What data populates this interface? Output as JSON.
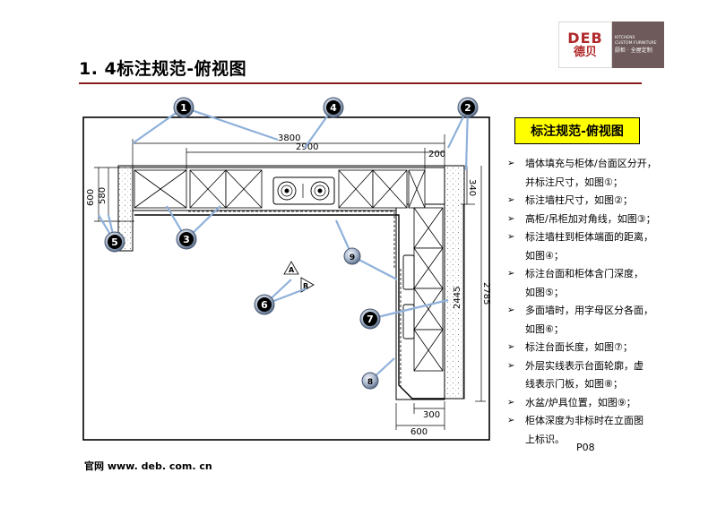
{
  "header": {
    "title": "1. 4标注规范-俯视图",
    "logo": {
      "brand": "DEB",
      "sub": "CUSTOM",
      "chinese": "德贝",
      "tag1": "KITCHENS",
      "tag2": "CUSTOM FURNITURE",
      "tag3": "厨柜 · 全屋定制"
    }
  },
  "drawing": {
    "dimensions": {
      "top_total": "3800",
      "top_middle": "2900",
      "top_right": "200",
      "left_outer": "600",
      "left_inner": "580",
      "right_short": "340",
      "right_long": "2785",
      "right_inner": "2445",
      "bottom_inner": "300",
      "bottom_outer": "600"
    },
    "callouts": [
      "1",
      "2",
      "3",
      "4",
      "5",
      "6",
      "7",
      "8",
      "9"
    ],
    "view_markers": [
      "A",
      "B"
    ]
  },
  "panel": {
    "title": "标注规范-俯视图",
    "notes": [
      "墙体填充与柜体/台面区分开，",
      "并标注尺寸，如图①；",
      "标注墙柱尺寸，如图②；",
      "高柜/吊柜加对角线，如图③；",
      "标注墙柱到柜体端面的距离，",
      "如图④；",
      "标注台面和柜体含门深度，",
      "如图⑤；",
      "多面墙时，用字母区分各面，",
      "如图⑥；",
      "标注台面长度，如图⑦；",
      "外层实线表示台面轮廓，虚",
      "线表示门板，如图⑧；",
      "水盆/炉具位置，如图⑨；",
      "柜体深度为非标时在立面图",
      "上标识。"
    ]
  },
  "footer": {
    "site": "官网  www. deb. com. cn",
    "page": "P08"
  }
}
